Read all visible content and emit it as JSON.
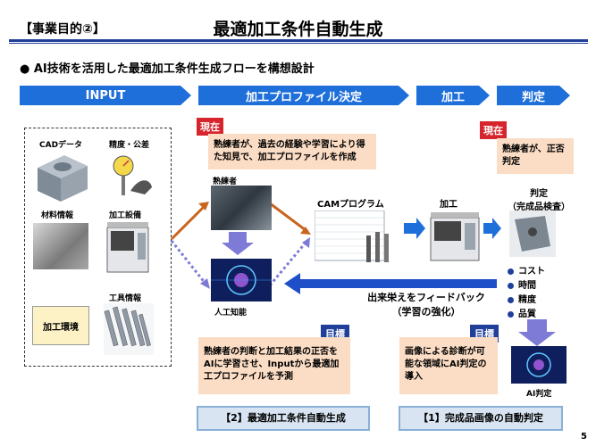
{
  "header": {
    "tag": "【事業目的②】",
    "title": "最適加工条件自動生成"
  },
  "bullet": "AI技術を活用した最適加工条件生成フローを構想設計",
  "stages": [
    "INPUT",
    "加工プロファイル決定",
    "加工",
    "判定"
  ],
  "input_panel": {
    "cad": "CADデータ",
    "precision": "精度・公差",
    "material": "材料情報",
    "machine": "加工設備",
    "tool": "工具情報",
    "environment": "加工環境"
  },
  "current_tag_1": "現在",
  "current_text_1": "熟練者が、過去の経験や学習により得た知見で、加工プロファイルを作成",
  "current_tag_2": "現在",
  "current_text_2": "熟練者が、正否判定",
  "expert": "熟練者",
  "ai": "人工知能",
  "cam": "CAMプログラム",
  "machining": "加工",
  "judge": "判定\n（完成品検査）",
  "judge_l1": "判定",
  "judge_l2": "（完成品検査）",
  "criteria": [
    "コスト",
    "時間",
    "精度",
    "品質"
  ],
  "feedback_l1": "出来栄えをフィードバック",
  "feedback_l2": "（学習の強化）",
  "goal_tag_1": "目標",
  "goal_text_1": "熟練者の判断と加工結果の正否をAIに学習させ、Inputから最適加工プロファイルを予測",
  "goal_tag_2": "目標",
  "goal_text_2": "画像による診断が可能な領域にAI判定の導入",
  "ai_judge": "AI判定",
  "result_1": "【2】最適加工条件自動生成",
  "result_2": "【1】完成品画像の自動判定",
  "page_number": "5",
  "colors": {
    "navy": "#1f3f9b",
    "band_blue": "#1e6fd9",
    "red": "#d6252c",
    "orange_bg": "#fbdcc4",
    "arrow_orange": "#c8651e"
  }
}
